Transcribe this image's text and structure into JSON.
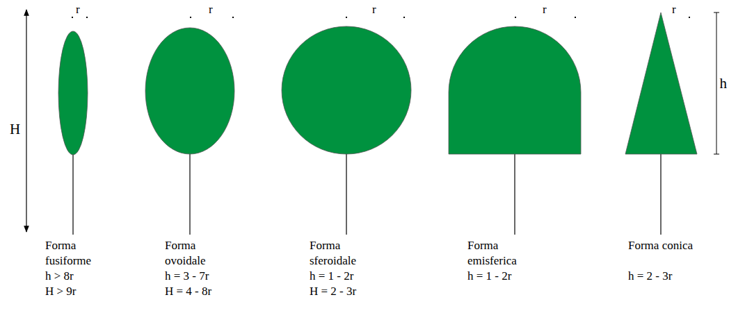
{
  "diagram": {
    "labels": [
      "r",
      "r",
      "r",
      "r",
      "r",
      "H",
      "h",
      "Forma fusiforme",
      "h > 8r",
      "H > 9r",
      "Forma ovoidale",
      "h = 3 - 7r",
      "H = 4 - 8r",
      "Forma sferoidale",
      "h = 1 - 2r",
      "H = 2 - 3r",
      "Forma emisferica",
      "h = 1 - 2r",
      "Forma conica",
      "h = 2 - 3r"
    ]
  }
}
